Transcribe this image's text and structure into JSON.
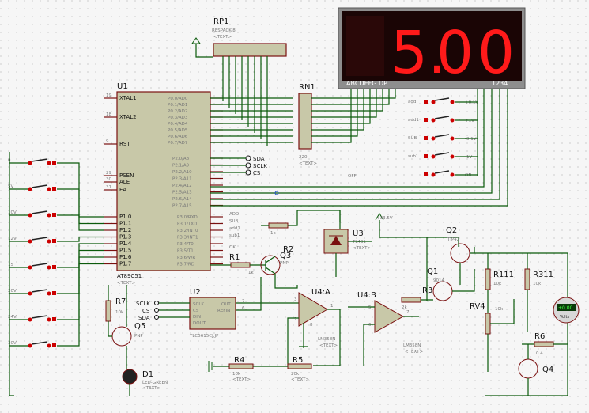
{
  "display": {
    "digits": [
      "5.",
      "0",
      "0"
    ],
    "segment_label": "ABCDEFG DP",
    "digit_label": "1234",
    "color": "#ff1a1a"
  },
  "rp1": {
    "ref": "RP1",
    "type": "RESPACK-8",
    "text": "<TEXT>"
  },
  "u1": {
    "ref": "U1",
    "type": "AT89C51",
    "text": "<TEXT>",
    "left_pins": [
      {
        "num": "19",
        "name": "XTAL1"
      },
      {
        "num": "18",
        "name": "XTAL2"
      },
      {
        "num": "9",
        "name": "RST"
      },
      {
        "num": "29",
        "name": "PSEN"
      },
      {
        "num": "30",
        "name": "ALE"
      },
      {
        "num": "31",
        "name": "EA"
      }
    ],
    "p1_pins": [
      "P1.0",
      "P1.1",
      "P1.2",
      "P1.3",
      "P1.4",
      "P1.5",
      "P1.6",
      "P1.7"
    ],
    "p0_pins": [
      "P0.0/AD0",
      "P0.1/AD1",
      "P0.2/AD2",
      "P0.3/AD3",
      "P0.4/AD4",
      "P0.5/AD5",
      "P0.6/AD6",
      "P0.7/AD7"
    ],
    "p2_pins": [
      "P2.0/A8",
      "P2.1/A9",
      "P2.2/A10",
      "P2.3/A11",
      "P2.4/A12",
      "P2.5/A13",
      "P2.6/A14",
      "P2.7/A15"
    ],
    "p3_pins": [
      "P3.0/RXD",
      "P3.1/TXD",
      "P3.2/INT0",
      "P3.3/INT1",
      "P3.4/T0",
      "P3.5/T1",
      "P3.6/WR",
      "P3.7/RD"
    ]
  },
  "rn1": {
    "ref": "RN1",
    "value": "220",
    "text": "<TEXT>"
  },
  "bus_labels": [
    "SDA",
    "SCLK",
    "CS"
  ],
  "p3_labels": [
    "ADD",
    "SUB",
    "add1",
    "sub1",
    "OK"
  ],
  "switches_left": [
    "0",
    "5V",
    "10V",
    "12V",
    "15",
    "20V",
    "24V",
    "30V"
  ],
  "switches_right": [
    "add",
    "add1",
    "SUB",
    "sub1",
    ""
  ],
  "switch_right_labels": [
    "+0.1V",
    "+1V",
    "-0.1V",
    "-1V",
    "ON"
  ],
  "switch_off_label": "OFF",
  "u2": {
    "ref": "U2",
    "type": "TLC5615CJ,JP",
    "pins_left": [
      "SCLK",
      "CS",
      "DIN",
      "DOUT"
    ],
    "pins_right": [
      "OUT",
      "REFIN"
    ],
    "nets": [
      "SCLK",
      "CS",
      "SDA"
    ]
  },
  "u3": {
    "ref": "U3",
    "type": "TL431",
    "text": "<TEXT>"
  },
  "supply": "+33.5V",
  "u4a": {
    "ref": "U4:A",
    "type": "LM358N",
    "text": "<TEXT>"
  },
  "u4b": {
    "ref": "U4:B",
    "type": "LM358N",
    "text": "<TEXT>"
  },
  "resistors": [
    {
      "ref": "R1",
      "value": "1k"
    },
    {
      "ref": "R2",
      "value": "1k"
    },
    {
      "ref": "R3",
      "value": "2k"
    },
    {
      "ref": "R4",
      "value": "10k"
    },
    {
      "ref": "R5",
      "value": "20k"
    },
    {
      "ref": "R6",
      "value": "0.4"
    },
    {
      "ref": "R7",
      "value": "10k"
    },
    {
      "ref": "R111",
      "value": "10k"
    },
    {
      "ref": "R311",
      "value": "10k"
    },
    {
      "ref": "RV4",
      "value": "10k"
    }
  ],
  "transistors": [
    {
      "ref": "Q1",
      "type": "9014"
    },
    {
      "ref": "Q2",
      "type": "TIP42"
    },
    {
      "ref": "Q3",
      "type": "PNP"
    },
    {
      "ref": "Q4",
      "type": ""
    },
    {
      "ref": "Q5",
      "type": "PNP"
    }
  ],
  "led": {
    "ref": "D1",
    "type": "LED-GREEN",
    "text": "<TEXT>"
  },
  "meter": {
    "reading": "+0.00",
    "unit": "Volts"
  },
  "pin_numbers": {
    "u4a": [
      "3",
      "2",
      "8",
      "1"
    ],
    "u4b": [
      "5",
      "6",
      "7"
    ],
    "u2": [
      "7",
      "6"
    ]
  },
  "text_placeholder": "<TEXT>"
}
